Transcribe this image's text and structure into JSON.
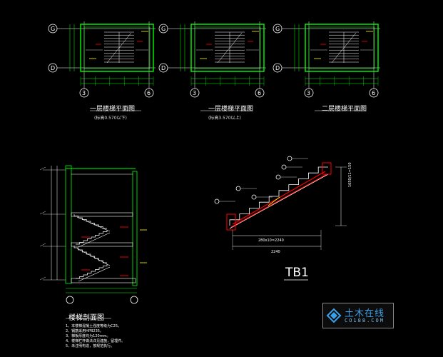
{
  "plans": [
    {
      "title": "一层楼梯平面图",
      "subtitle": "(标高0.570以下)",
      "axis_top": "G",
      "axis_bottom": "D",
      "axis_left": "3",
      "axis_right": "6"
    },
    {
      "title": "一层楼梯平面图",
      "subtitle": "(标高3.570以上)",
      "axis_top": "G",
      "axis_bottom": "D",
      "axis_left": "3",
      "axis_right": "6"
    },
    {
      "title": "二层楼梯平面图",
      "subtitle": "",
      "axis_top": "G",
      "axis_bottom": "D",
      "axis_left": "3",
      "axis_right": "6"
    }
  ],
  "section": {
    "title": "楼梯剖面图",
    "notes": [
      "1、本楼梯混凝土强度等级为C25。",
      "2、钢筋采用HPB235。",
      "3、梯板厚度均为120mm。",
      "4、楼梯栏杆做法详见建施，留埋件。",
      "5、未注明构造，按规范执行。"
    ]
  },
  "tb1": {
    "label": "TB1",
    "dim_inner": "280x10=2240",
    "dim_total": "2240",
    "dim_height": "1650/11=150"
  },
  "watermark": {
    "brand": "土木在线",
    "url": "CO188.COM"
  },
  "colors": {
    "background": "#000000",
    "line": "#ffffff",
    "wall": "#00ff00",
    "dimension": "#00ff00",
    "text": "#ffffff",
    "rebar": "#ff0000",
    "annotation": "#ffff00",
    "axis": "#ffffff"
  }
}
